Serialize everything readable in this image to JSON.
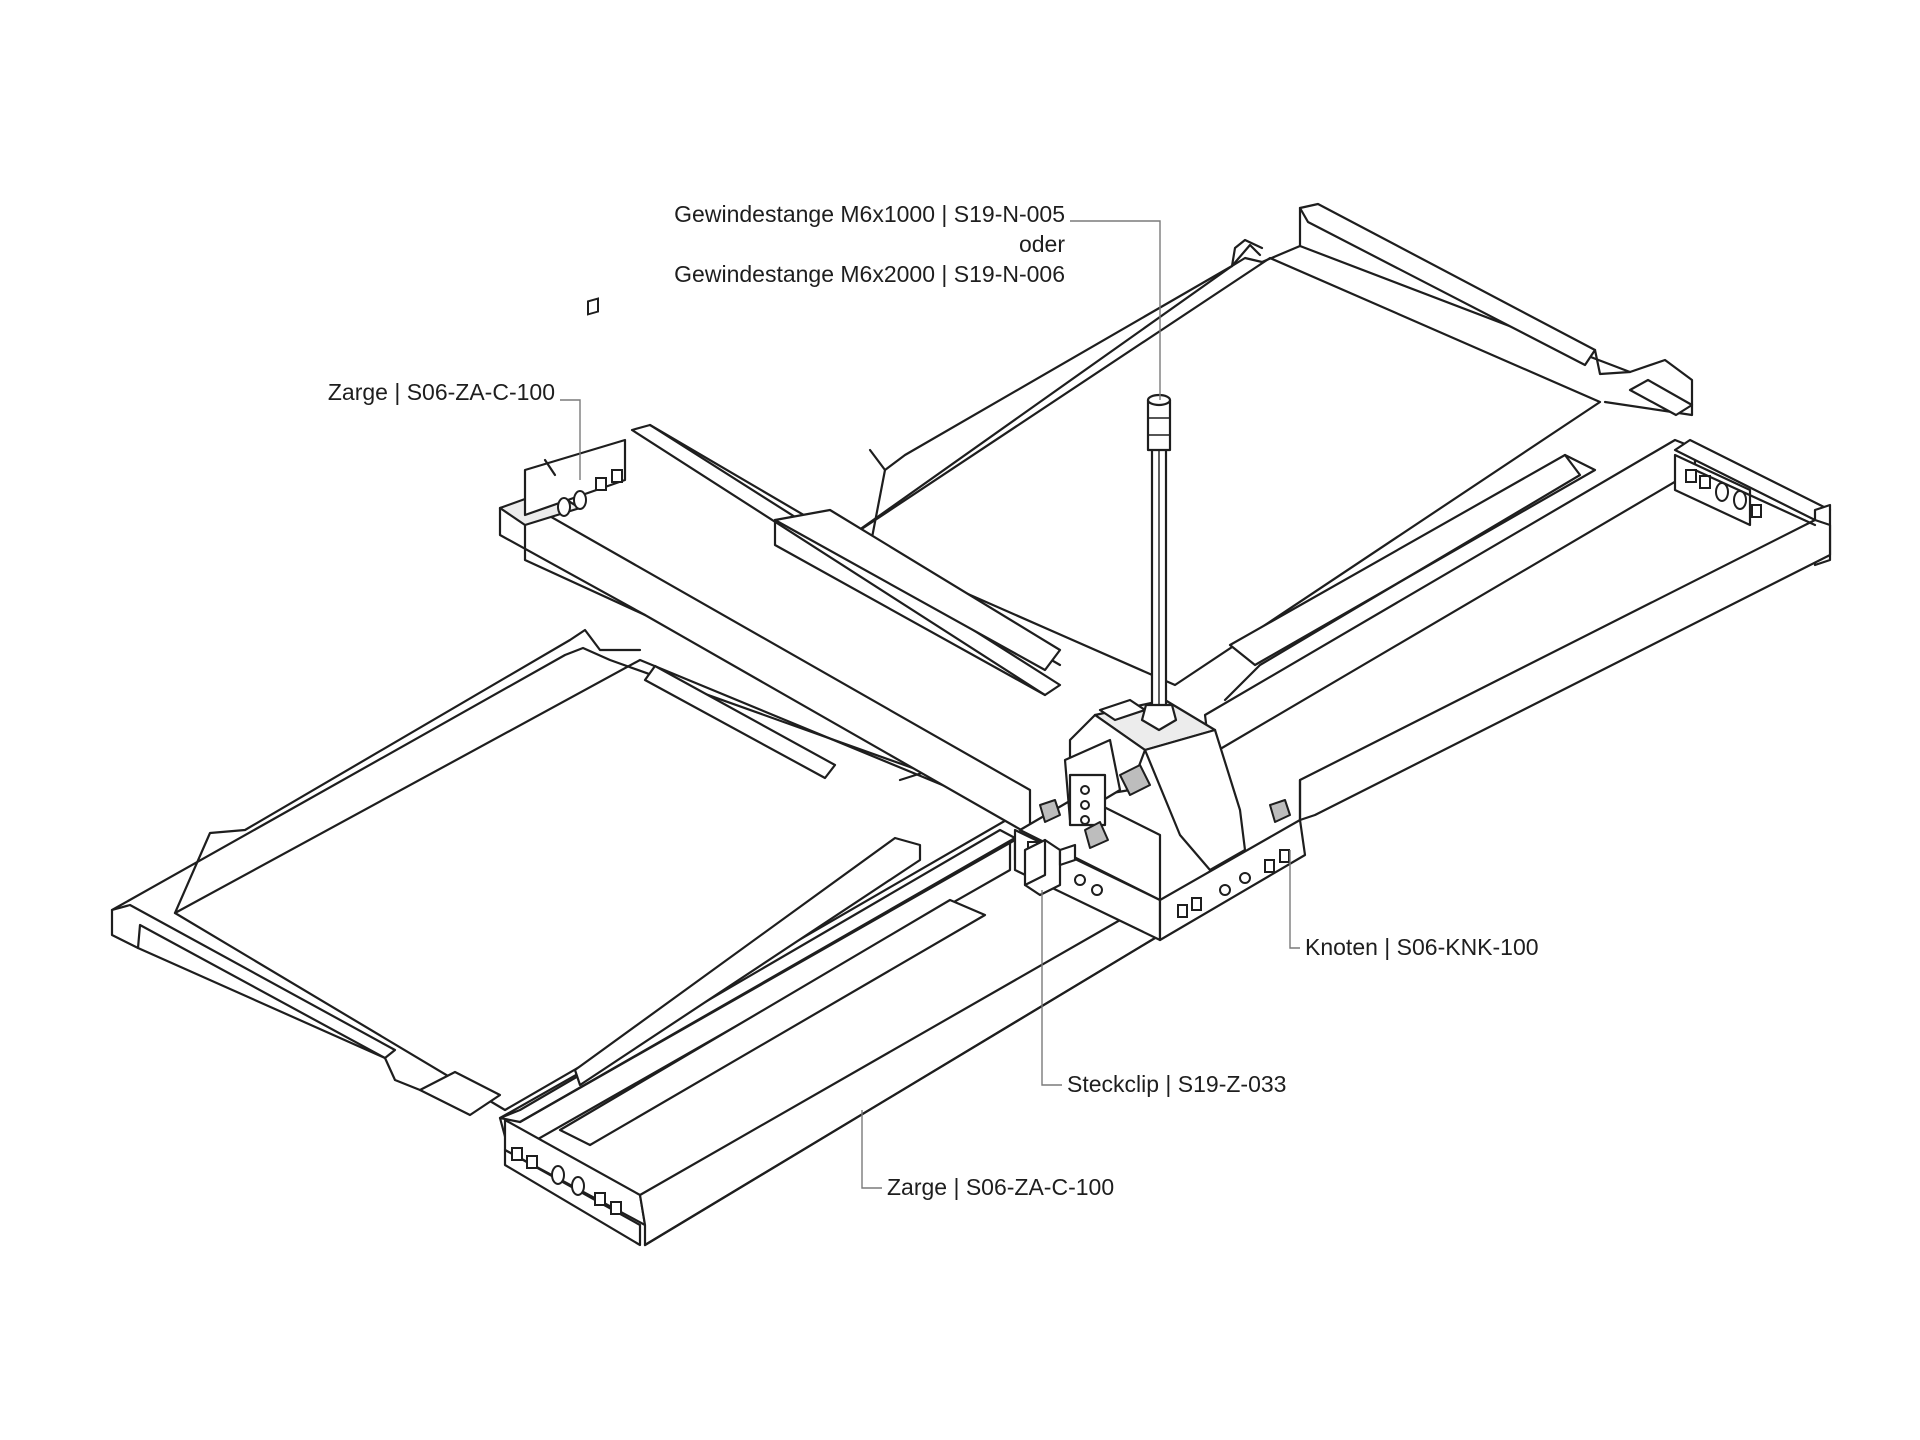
{
  "labels": {
    "rod_line1": "Gewindestange M6x1000 | S19-N-005",
    "rod_or": "oder",
    "rod_line2": "Gewindestange M6x2000 | S19-N-006",
    "frame_top": "Zarge | S06-ZA-C-100",
    "node": "Knoten | S06-KNK-100",
    "clip": "Steckclip | S19-Z-033",
    "frame_bottom": "Zarge | S06-ZA-C-100"
  },
  "colors": {
    "line": "#1e1e1e",
    "leader": "#7a7a7a",
    "background": "#ffffff"
  }
}
